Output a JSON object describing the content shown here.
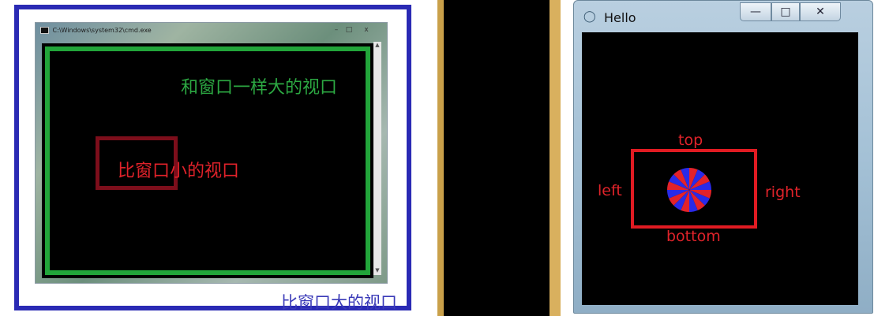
{
  "left": {
    "console_title": "C:\\Windows\\system32\\cmd.exe",
    "minimize_glyph": "–",
    "maximize_glyph": "□",
    "close_glyph": "x",
    "scroll_up_glyph": "▲",
    "scroll_down_glyph": "▼",
    "green_viewport_label": "和窗口一样大的视口",
    "small_viewport_label": "比窗口小的视口",
    "outer_viewport_label": "比窗口大的视口"
  },
  "right": {
    "window_title": "Hello",
    "app_icon": "app-icon",
    "minimize_glyph": "—",
    "maximize_glyph": "□",
    "close_glyph": "✕",
    "label_top": "top",
    "label_bottom": "bottom",
    "label_left": "left",
    "label_right": "right",
    "pie": {
      "slices": 16,
      "colors": [
        "#e3222a",
        "#2a2ae8"
      ]
    }
  },
  "colors": {
    "outer_viewport": "#2a2ab4",
    "green_viewport": "#22a53a",
    "small_viewport": "#7d0e1b",
    "red_viewport": "#e11b22",
    "label_red": "#e0232a"
  }
}
